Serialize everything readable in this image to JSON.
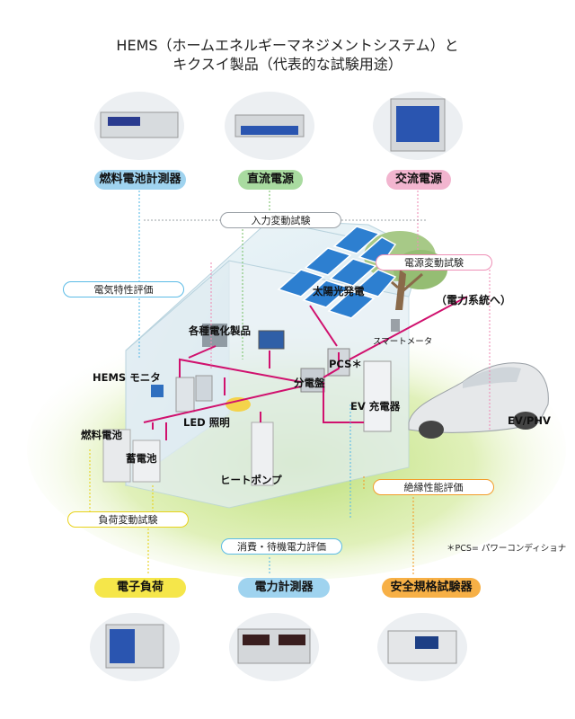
{
  "title": {
    "line1": "HEMS（ホームエネルギーマネジメントシステム）と",
    "line2": "キクスイ製品（代表的な試験用途）"
  },
  "products_top": [
    {
      "label": "燃料電池計測器",
      "color": "#9fd3ef"
    },
    {
      "label": "直流電源",
      "color": "#a9dba0"
    },
    {
      "label": "交流電源",
      "color": "#f2b5cf"
    }
  ],
  "products_bottom": [
    {
      "label": "電子負荷",
      "color": "#f5e64a"
    },
    {
      "label": "電力計測器",
      "color": "#9fd3ef"
    },
    {
      "label": "安全規格試験器",
      "color": "#f7b046"
    }
  ],
  "tests": {
    "input_variation": "入力変動試験",
    "power_variation": "電源変動試験",
    "electrical_eval": "電気特性評価",
    "insulation": "絶縁性能評価",
    "load_variation": "負荷変動試験",
    "consumption": "消費・待機電力評価"
  },
  "house_labels": {
    "solar": "太陽光発電",
    "grid": "（電力系統へ）",
    "smart_meter": "スマートメータ",
    "appliances": "各種電化製品",
    "pcs": "PCS＊",
    "hems_monitor": "HEMS モニタ",
    "distribution_board": "分電盤",
    "ev_charger": "EV 充電器",
    "ev_phv": "EV/PHV",
    "led_lighting": "LED 照明",
    "fuel_cell": "燃料電池",
    "battery": "蓄電池",
    "heat_pump": "ヒートポンプ"
  },
  "footnote": "＊PCS= パワーコンディショナ",
  "colors": {
    "wire": "#d0116e",
    "blue_line": "#5bbbe6",
    "green_line": "#7dc46e",
    "pink_line": "#ee8fb6",
    "yellow_line": "#e8d21a",
    "gray_line": "#9aa0a6",
    "orange_line": "#f39c2a"
  }
}
